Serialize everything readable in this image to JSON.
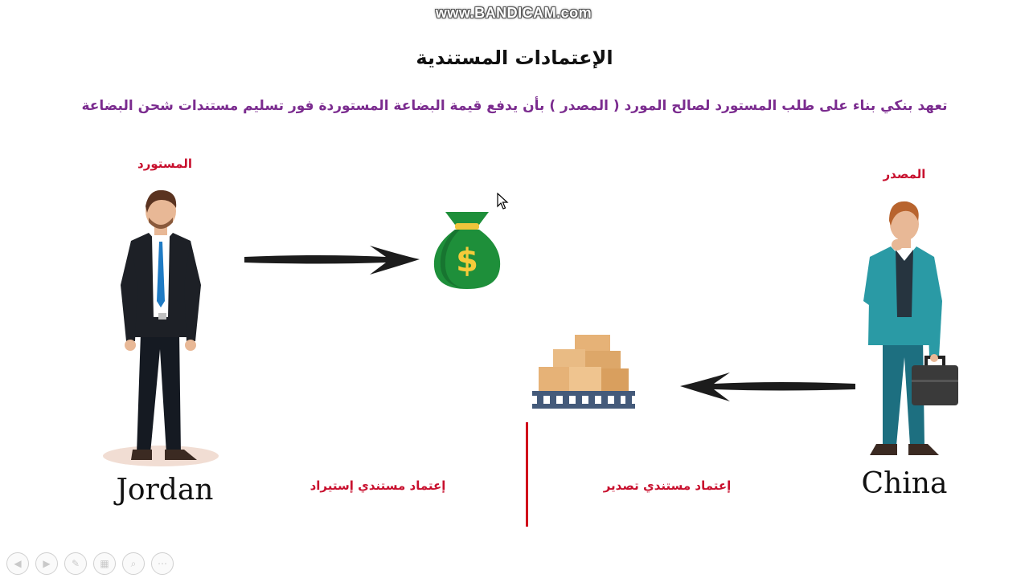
{
  "watermark": "www.BANDICAM.com",
  "slide": {
    "title": "الإعتمادات المستندية",
    "subtitle": "تعهد بنكي بناء على طلب المستورد لصالح المورد ( المصدر ) بأن يدفع قيمة البضاعة المستوردة فور تسليم مستندات شحن البضاعة",
    "importer": {
      "role": "المستورد",
      "country": "Jordan"
    },
    "exporter": {
      "role": "المصدر",
      "country": "China"
    },
    "import_credit_label": "إعتماد مستندي إستيراد",
    "export_credit_label": "إعتماد مستندي تصدير"
  },
  "icons": {
    "money_bag": "money-bag-icon",
    "boxes": "boxes-pallet-icon",
    "arrow_right": "arrow-right-icon",
    "arrow_left": "arrow-left-icon"
  },
  "colors": {
    "subtitle": "#7b2c8f",
    "label_red": "#c8102e",
    "divider": "#d0021b",
    "money_bag": "#1e8f3a",
    "exporter_suit": "#2a9aa5",
    "importer_suit": "#1d2026"
  },
  "toolbar": {
    "buttons": [
      "previous-icon",
      "next-icon",
      "pen-icon",
      "slides-icon",
      "zoom-icon",
      "more-icon"
    ]
  }
}
